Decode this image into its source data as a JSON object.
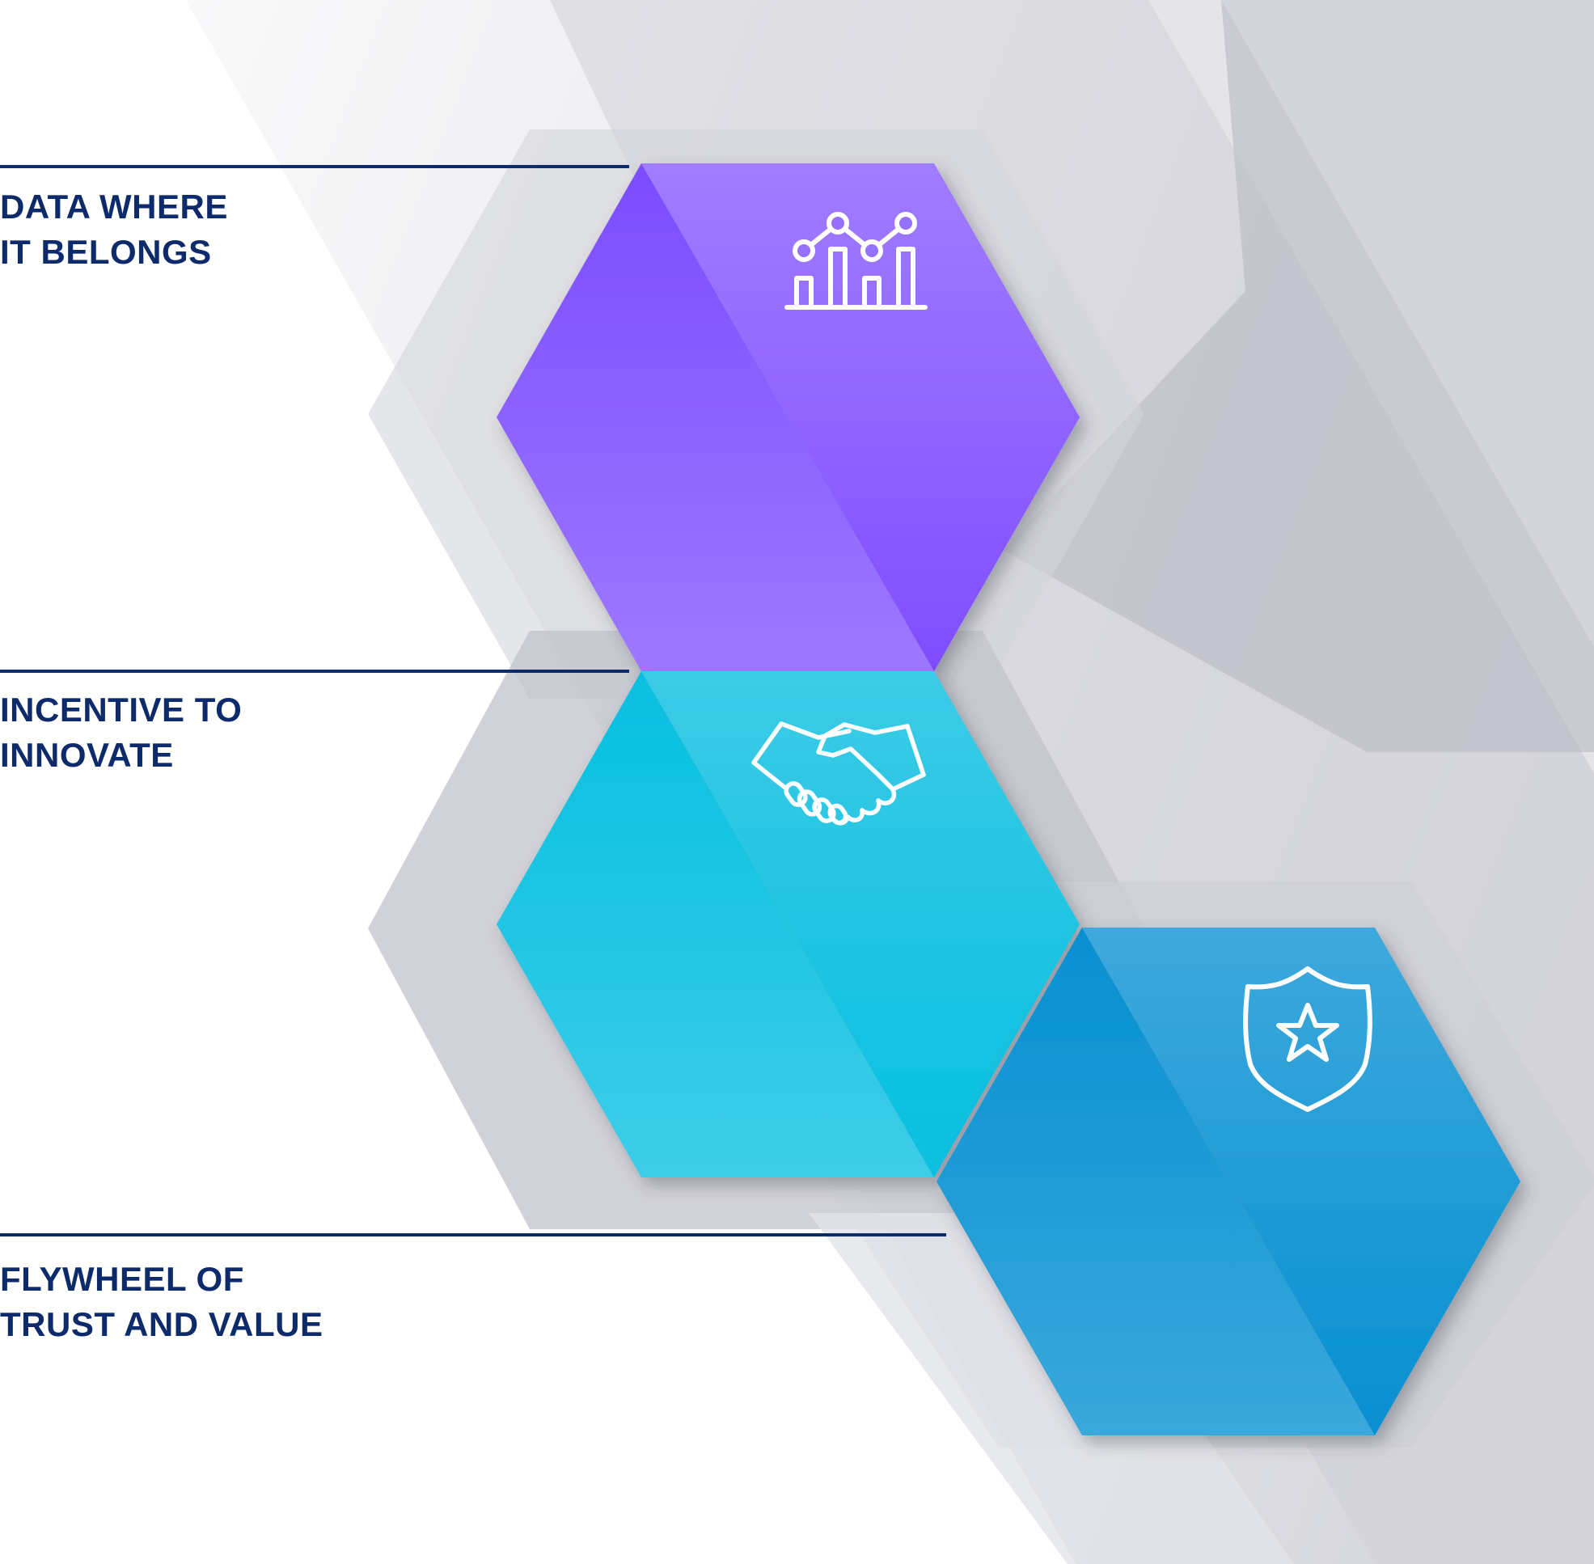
{
  "items": [
    {
      "line1": "DATA WHERE",
      "line2": "IT BELONGS",
      "icon": "analytics-chart-icon",
      "color": "#8a5cff"
    },
    {
      "line1": "INCENTIVE TO",
      "line2": "INNOVATE",
      "icon": "handshake-icon",
      "color": "#18c4e2"
    },
    {
      "line1": "FLYWHEEL OF",
      "line2": "TRUST AND VALUE",
      "icon": "shield-star-icon",
      "color": "#1596d6"
    }
  ],
  "colors": {
    "text": "#0d2a6b",
    "connector_line": "#0d2a6b",
    "background_shapes": "#c9cad1",
    "icon_stroke": "#ffffff"
  }
}
